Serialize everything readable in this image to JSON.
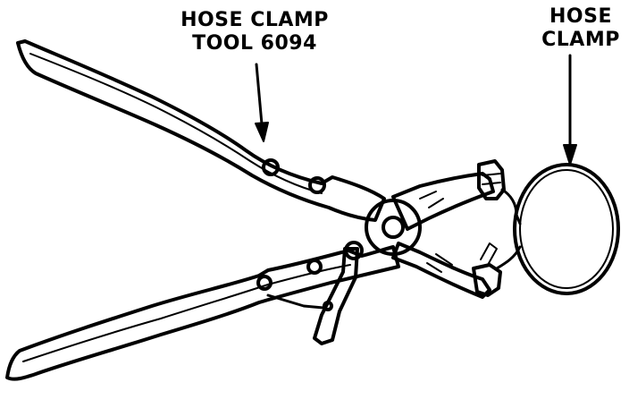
{
  "labels": {
    "tool": {
      "line1": "HOSE CLAMP",
      "line2": "TOOL 6094"
    },
    "clamp": {
      "line1": "HOSE",
      "line2": "CLAMP"
    }
  }
}
